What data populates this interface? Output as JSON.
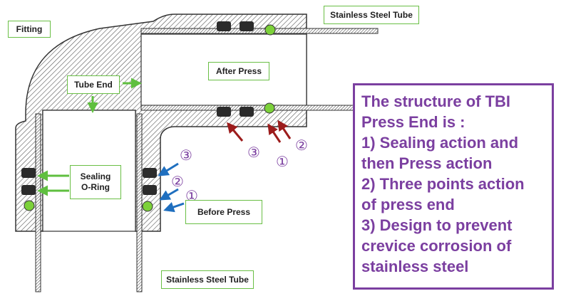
{
  "labels": {
    "fitting": "Fitting",
    "stainless_tube_top": "Stainless Steel Tube",
    "after_press": "After Press",
    "tube_end": "Tube End",
    "sealing_oring": [
      "Sealing",
      "O-Ring"
    ],
    "before_press": "Before Press",
    "stainless_tube_bottom": "Stainless Steel Tube"
  },
  "markers": {
    "after_press_points": [
      "③",
      "①",
      "②"
    ],
    "before_press_points": [
      "③",
      "②",
      "①"
    ]
  },
  "note": {
    "lines": [
      "The structure of TBI",
      "Press End is :",
      "1) Sealing action and",
      "then Press action",
      "2) Three points action",
      "of press end",
      "3) Design to prevent",
      "crevice corrosion of",
      "stainless steel"
    ]
  },
  "colors": {
    "label_border": "#6abf45",
    "note_border": "#7b3fa0",
    "note_text": "#7b3fa0",
    "oring": "#2b2b2b",
    "ball": "#7cd13a",
    "arrow_red": "#9c1c1c",
    "arrow_blue": "#1f6fbf",
    "arrow_green": "#5fbf3f",
    "marker_text": "#7b3fa0"
  }
}
